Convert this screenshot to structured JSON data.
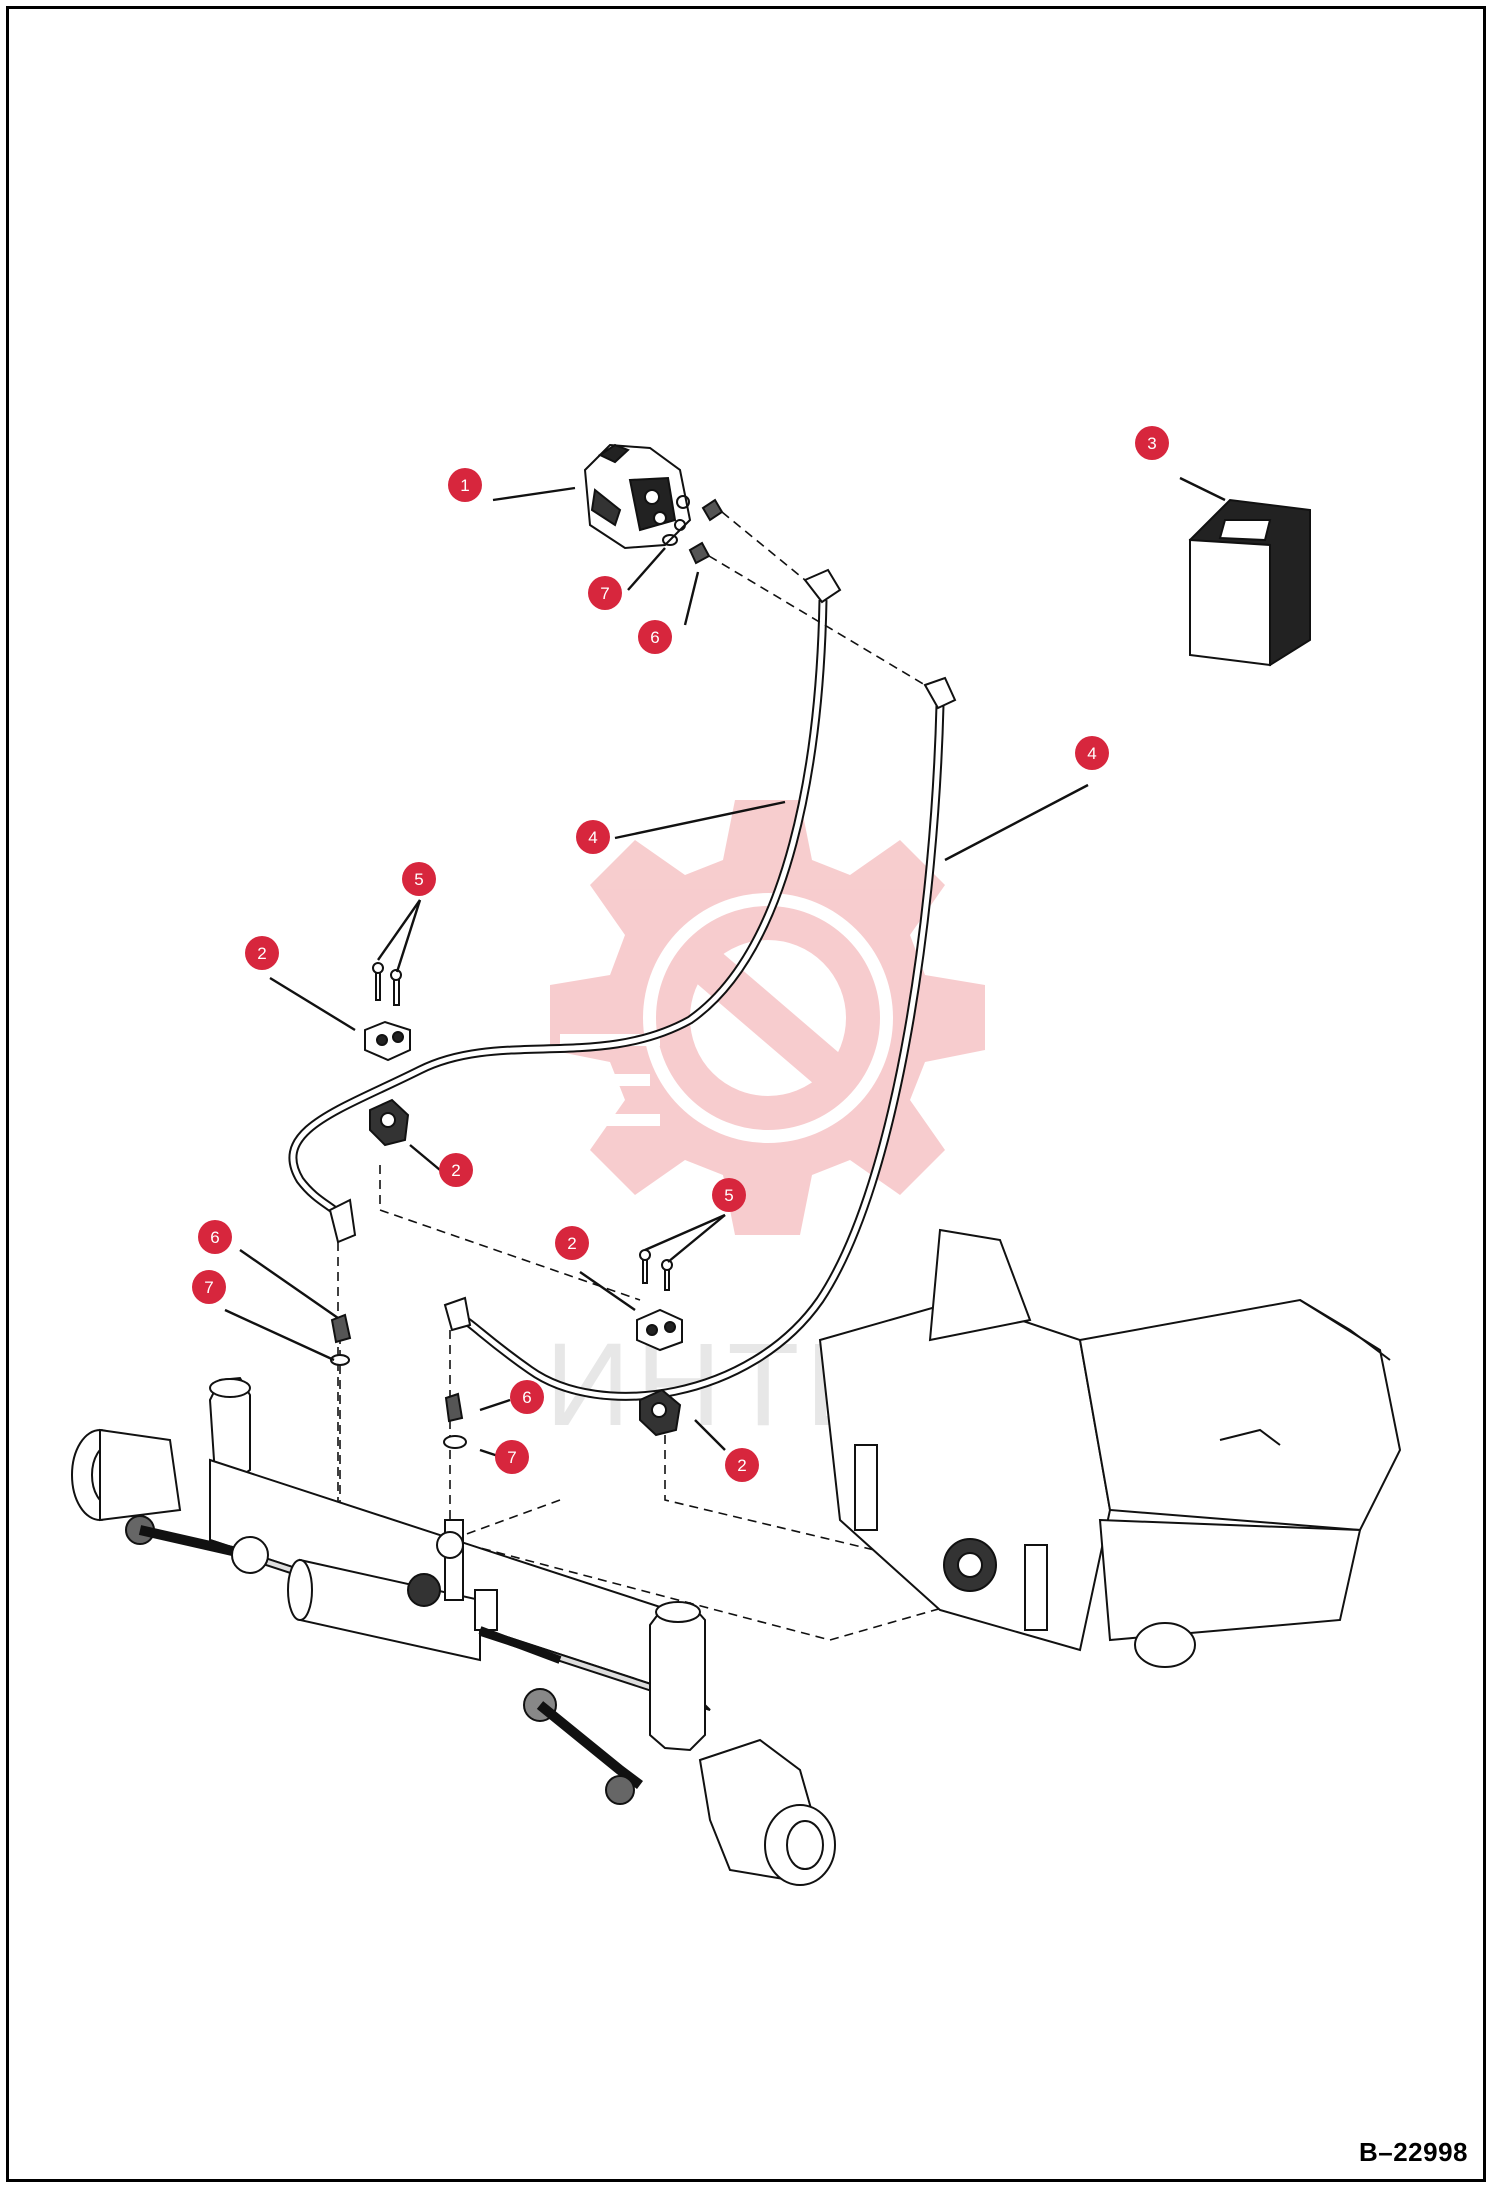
{
  "drawing_number": "B–22998",
  "watermark_text": "ИНТЕХ",
  "colors": {
    "callout_fill": "#d7263d",
    "callout_text": "#ffffff",
    "watermark": "#f6c4c6",
    "line": "#111111"
  },
  "callouts": [
    {
      "id": "c1",
      "label": "1"
    },
    {
      "id": "c2a",
      "label": "2"
    },
    {
      "id": "c2b",
      "label": "2"
    },
    {
      "id": "c2c",
      "label": "2"
    },
    {
      "id": "c2d",
      "label": "2"
    },
    {
      "id": "c3",
      "label": "3"
    },
    {
      "id": "c4a",
      "label": "4"
    },
    {
      "id": "c4b",
      "label": "4"
    },
    {
      "id": "c5a",
      "label": "5"
    },
    {
      "id": "c5b",
      "label": "5"
    },
    {
      "id": "c6a",
      "label": "6"
    },
    {
      "id": "c6b",
      "label": "6"
    },
    {
      "id": "c6c",
      "label": "6"
    },
    {
      "id": "c7a",
      "label": "7"
    },
    {
      "id": "c7b",
      "label": "7"
    },
    {
      "id": "c7c",
      "label": "7"
    }
  ]
}
